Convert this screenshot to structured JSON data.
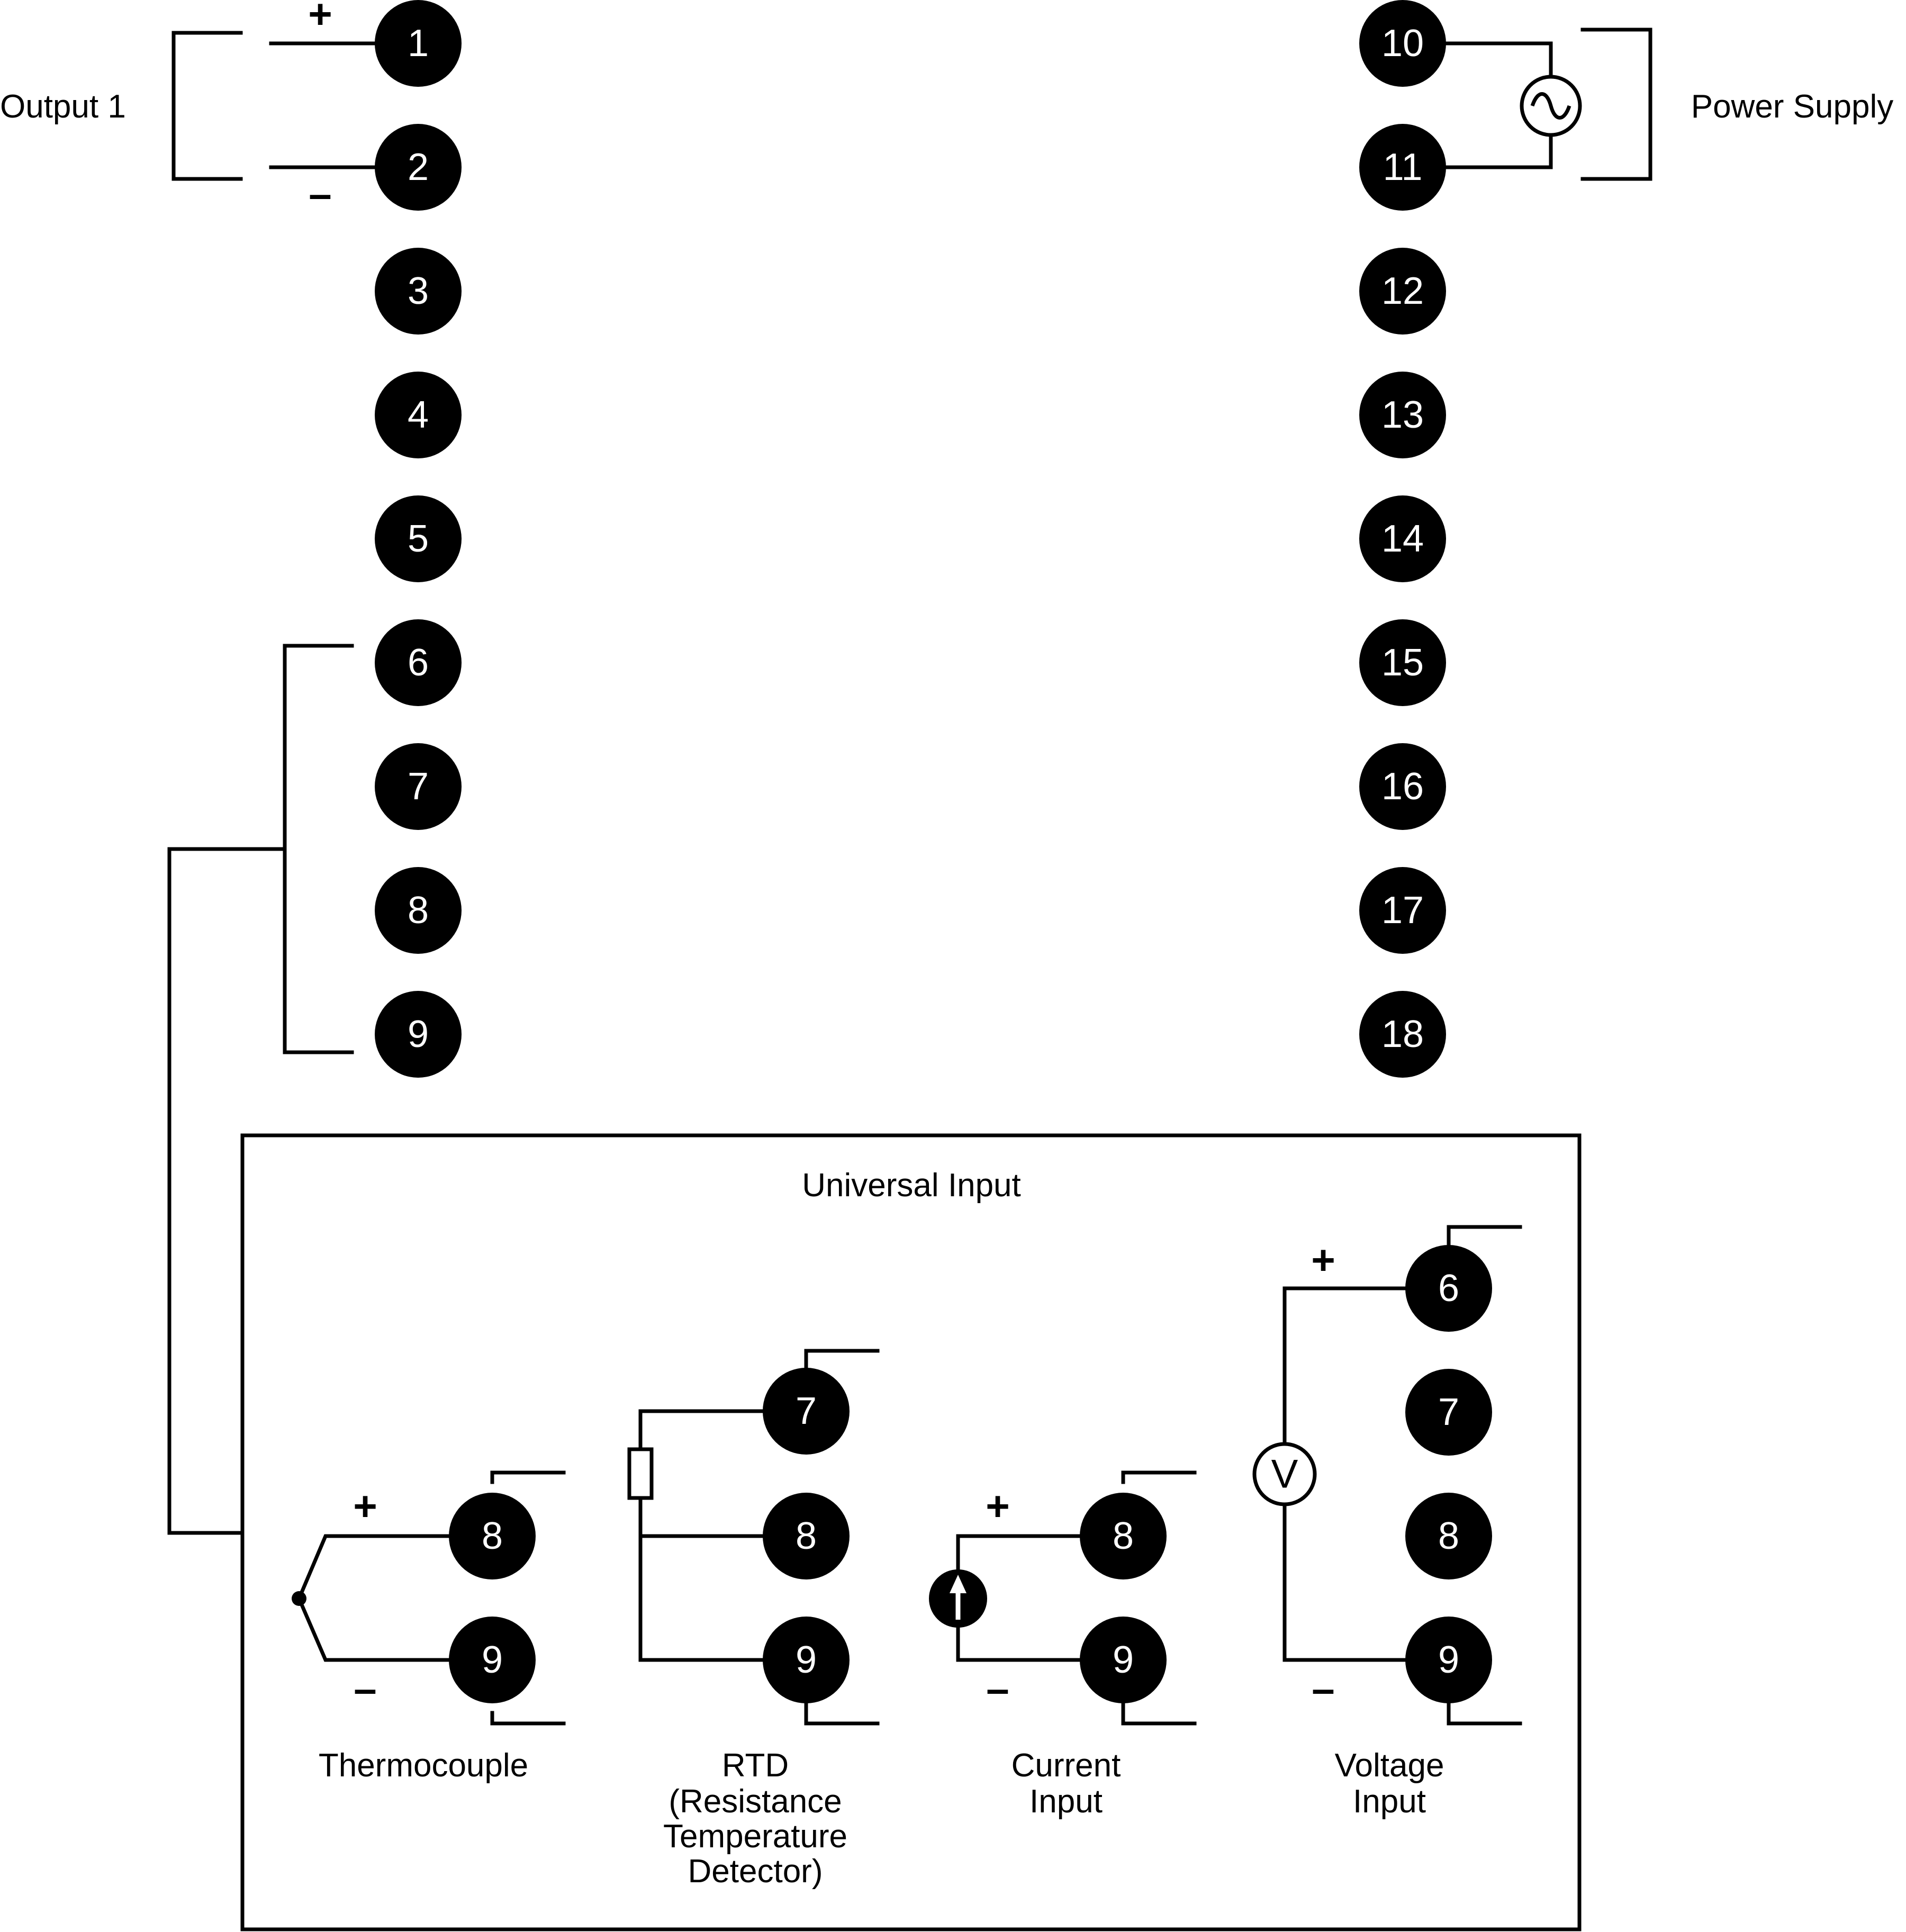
{
  "terminals_left": [
    "1",
    "2",
    "3",
    "4",
    "5",
    "6",
    "7",
    "8",
    "9"
  ],
  "terminals_right": [
    "10",
    "11",
    "12",
    "13",
    "14",
    "15",
    "16",
    "17",
    "18"
  ],
  "labels": {
    "output1": "Output 1",
    "power_supply": "Power Supply",
    "universal_input": "Universal Input",
    "plus": "+",
    "minus": "–"
  },
  "thermocouple": {
    "terminals": [
      "8",
      "9"
    ],
    "label_lines": [
      "Thermocouple"
    ]
  },
  "rtd": {
    "terminals": [
      "7",
      "8",
      "9"
    ],
    "label_lines": [
      "RTD",
      "(Resistance",
      "Temperature",
      "Detector)"
    ]
  },
  "current_input": {
    "terminals": [
      "8",
      "9"
    ],
    "label_lines": [
      "Current",
      "Input"
    ]
  },
  "voltage_input": {
    "terminals": [
      "6",
      "7",
      "8",
      "9"
    ],
    "meter_symbol": "V",
    "label_lines": [
      "Voltage",
      "Input"
    ]
  },
  "colors": {
    "ink": "#000000",
    "paper": "#ffffff"
  },
  "icons": [
    "ac-source-icon",
    "voltmeter-icon",
    "current-source-icon",
    "resistor-icon",
    "thermocouple-junction-icon"
  ]
}
